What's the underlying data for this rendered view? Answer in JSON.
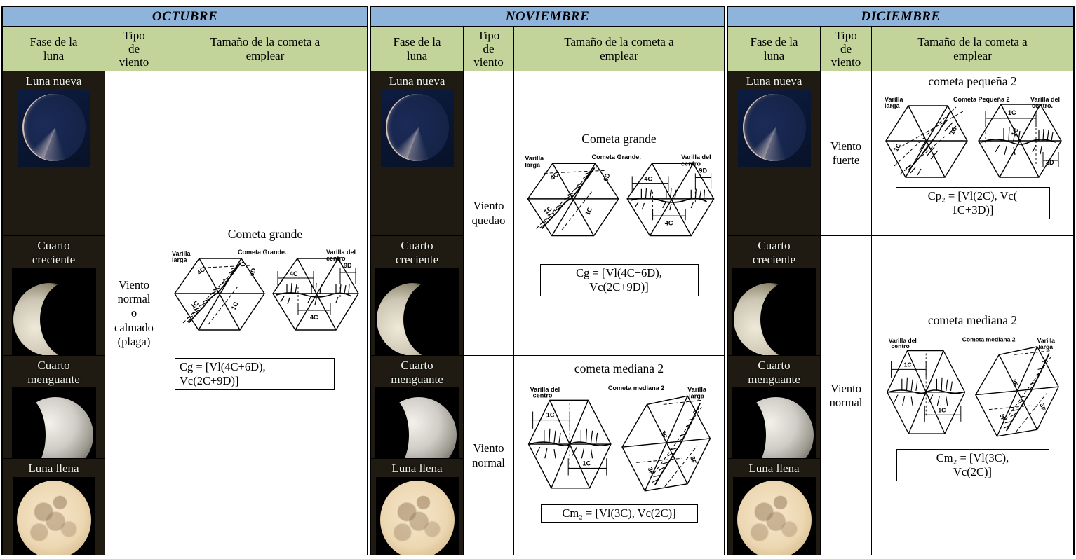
{
  "table": {
    "months": [
      {
        "name": "OCTUBRE",
        "columns": [
          "Fase de la\nluna",
          "Tipo\nde\nviento",
          "Tamaño de la cometa a\nemplear"
        ],
        "moon_phases": [
          {
            "label": "Luna nueva",
            "icon": "new-moon-image"
          },
          {
            "label": "Cuarto\ncreciente",
            "icon": "waxing-crescent-moon-image"
          },
          {
            "label": "Cuarto\nmenguante",
            "icon": "waning-gibbous-moon-image"
          },
          {
            "label": "Luna llena",
            "icon": "full-moon-image"
          }
        ],
        "winds": [
          {
            "label": "Viento\nnormal\no\ncalmado\n(plaga)",
            "span": 4
          }
        ],
        "kites": [
          {
            "title": "Cometa grande",
            "diagram_label": "Cometa Grande.",
            "annotations": [
              "Varilla larga",
              "Varilla del centro",
              "4C",
              "6D",
              "1C",
              "1C",
              "9D",
              "4C"
            ],
            "formula_lines": [
              "Cg = [Vl(4C+6D),",
              "Vc(2C+9D)]"
            ],
            "span": 4
          }
        ]
      },
      {
        "name": "NOVIEMBRE",
        "columns": [
          "Fase de la\nluna",
          "Tipo\nde\nviento",
          "Tamaño de la cometa a\nemplear"
        ],
        "moon_phases": [
          {
            "label": "Luna nueva",
            "icon": "new-moon-image"
          },
          {
            "label": "Cuarto\ncreciente",
            "icon": "waxing-crescent-moon-image"
          },
          {
            "label": "Cuarto\nmenguante",
            "icon": "waning-gibbous-moon-image"
          },
          {
            "label": "Luna llena",
            "icon": "full-moon-image"
          }
        ],
        "winds": [
          {
            "label": "Viento\nquedao",
            "span": 2
          },
          {
            "label": "Viento\nnormal",
            "span": 2
          }
        ],
        "kites": [
          {
            "title": "Cometa grande",
            "diagram_label": "Cometa Grande.",
            "annotations": [
              "Varilla larga",
              "Varilla del centro",
              "4C",
              "6D",
              "1C",
              "1C",
              "9D",
              "4C"
            ],
            "formula_lines": [
              "Cg = [Vl(4C+6D),",
              "Vc(2C+9D)]"
            ],
            "span": 2
          },
          {
            "title": "cometa mediana 2",
            "diagram_label": "Cometa mediana 2",
            "annotations": [
              "Varilla del centro",
              "Varilla larga",
              "1C",
              "1C",
              "3F",
              "3F",
              "3F"
            ],
            "formula_lines": [
              "Cm₂ = [Vl(3C), Vc(2C)]"
            ],
            "span": 2
          }
        ]
      },
      {
        "name": "DICIEMBRE",
        "columns": [
          "Fase de la\nluna",
          "Tipo\nde\nviento",
          "Tamaño de la cometa a\nemplear"
        ],
        "moon_phases": [
          {
            "label": "Luna nueva",
            "icon": "new-moon-image"
          },
          {
            "label": "Cuarto\ncreciente",
            "icon": "waxing-crescent-moon-image"
          },
          {
            "label": "Cuarto\nmenguante",
            "icon": "waning-gibbous-moon-image"
          },
          {
            "label": "Luna llena",
            "icon": "full-moon-image"
          }
        ],
        "winds": [
          {
            "label": "Viento\nfuerte",
            "span": 1
          },
          {
            "label": "Viento\nnormal",
            "span": 3
          }
        ],
        "kites": [
          {
            "title": "cometa pequeña 2",
            "diagram_label": "Cometa Pequeña 2",
            "annotations": [
              "Varilla larga",
              "Varilla del centro.",
              "1C",
              "1C",
              "1C",
              "3D"
            ],
            "formula_lines": [
              "Cp₂ = [Vl(2C), Vc(",
              "1C+3D)]"
            ],
            "span": 1
          },
          {
            "title": "cometa mediana 2",
            "diagram_label": "Cometa mediana 2",
            "annotations": [
              "Varilla del centro",
              "Varilla larga",
              "1C",
              "1C",
              "3F",
              "3F",
              "3F"
            ],
            "formula_lines": [
              "Cm₂ = [Vl(3C),",
              "Vc(2C)]"
            ],
            "span": 3
          }
        ]
      }
    ]
  },
  "colors": {
    "month_header_bg": "#8fb4dc",
    "column_header_bg": "#c3d49a",
    "moon_cell_bg": "#1f1b13",
    "moon_label_text": "#f2f2ec",
    "border": "#000000"
  }
}
